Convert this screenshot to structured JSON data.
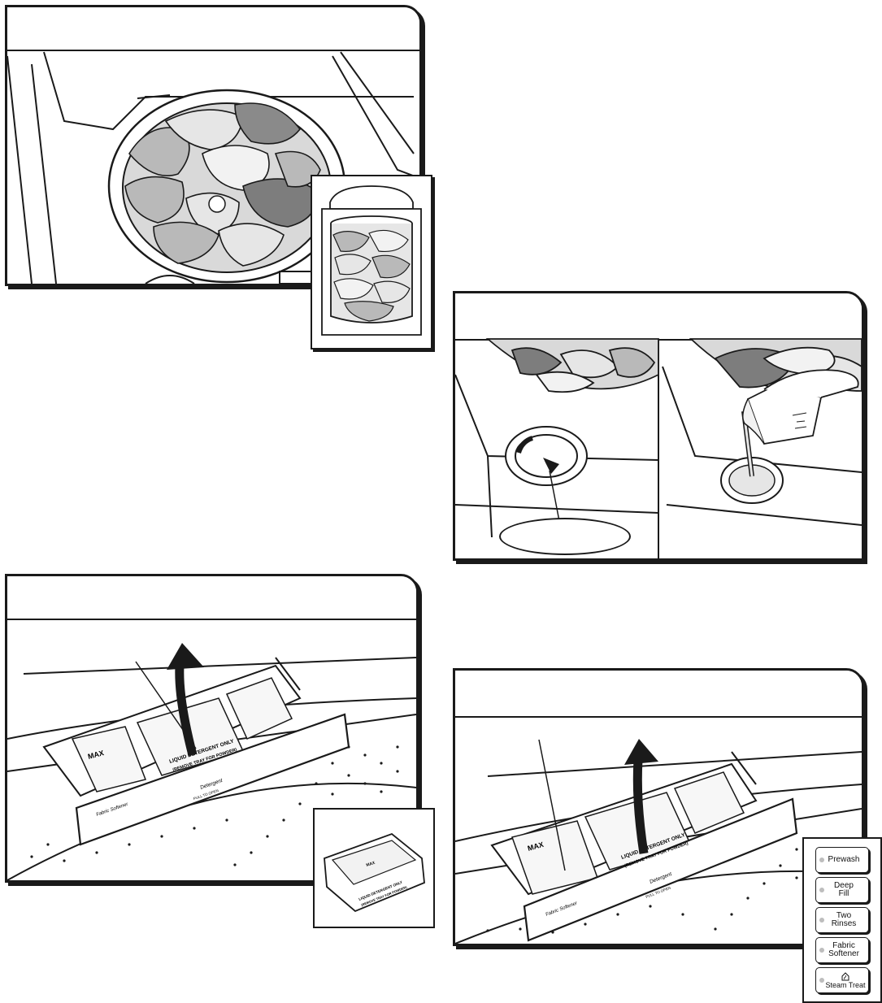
{
  "illustrations": {
    "load_drum": {
      "inset": "drum-full-of-laundry"
    },
    "add_detergent": {
      "left": "dispenser-location",
      "right": "pouring-detergent"
    },
    "remove_tray": {
      "tray_labels": {
        "max": "MAX",
        "liquid_line1": "LIQUID DETERGENT ONLY",
        "liquid_line2": "(REMOVE TRAY FOR POWDER)",
        "detergent": "Detergent",
        "fabric_softener": "Fabric Softener",
        "pull_to_open": "PULL TO OPEN"
      },
      "inset": "removed-tray"
    },
    "fabric_softener": {
      "tray_labels": {
        "max": "MAX",
        "liquid_line1": "LIQUID DETERGENT ONLY",
        "liquid_line2": "(REMOVE TRAY FOR POWDER)",
        "detergent": "Detergent",
        "fabric_softener": "Fabric Softener",
        "pull_to_open": "PULL TO OPEN"
      }
    }
  },
  "option_buttons": [
    {
      "label": "Prewash"
    },
    {
      "label": "Deep\nFill"
    },
    {
      "label": "Two\nRinses"
    },
    {
      "label": "Fabric\nSoftener"
    },
    {
      "label": "Steam Treat",
      "icon": "steam-icon"
    }
  ],
  "colors": {
    "line": "#1a1a1a",
    "cloth_gray": "#b9b9b9",
    "cloth_dark": "#7d7d7d",
    "cloth_light": "#e6e6e6"
  }
}
